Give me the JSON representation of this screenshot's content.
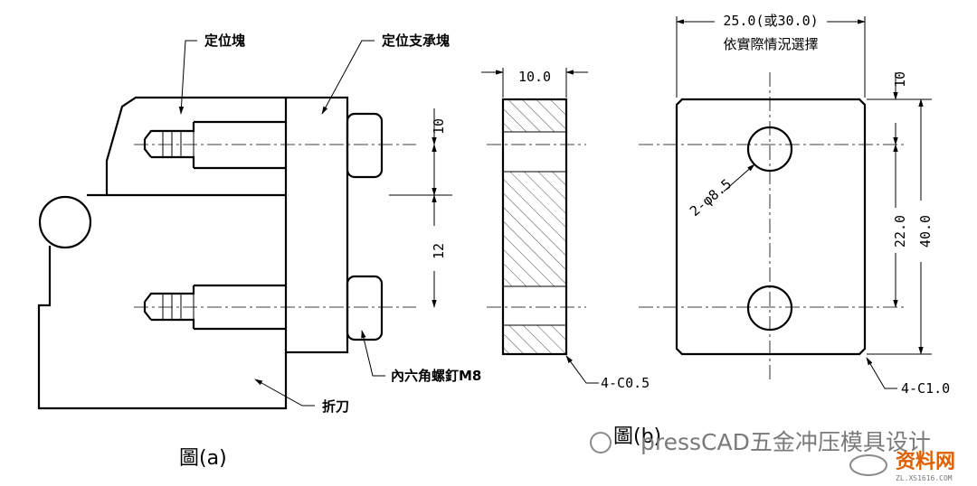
{
  "labels": {
    "locating_block": "定位塊",
    "locating_support_block": "定位支承塊",
    "hex_socket_screw": "內六角螺釘M8",
    "cutter": "折刀",
    "caption_a": "圖(a)",
    "caption_b": "圖(b)"
  },
  "dimensions": {
    "width_main": "25.0(或30.0)",
    "width_note": "依實際情況選擇",
    "thickness": "10.0",
    "pitch_top": "10",
    "pitch_mid": "12",
    "right_top": "10",
    "hole_spacing": "22.0",
    "height": "40.0",
    "hole_callout": "2-φ8.5",
    "chamfer_b": "4-C0.5",
    "chamfer_c": "4-C1.0"
  },
  "watermark": {
    "text": "pressCAD五金冲压模具设计",
    "logo_main": "资料网",
    "logo_url": "ZL.XS1616.COM"
  }
}
